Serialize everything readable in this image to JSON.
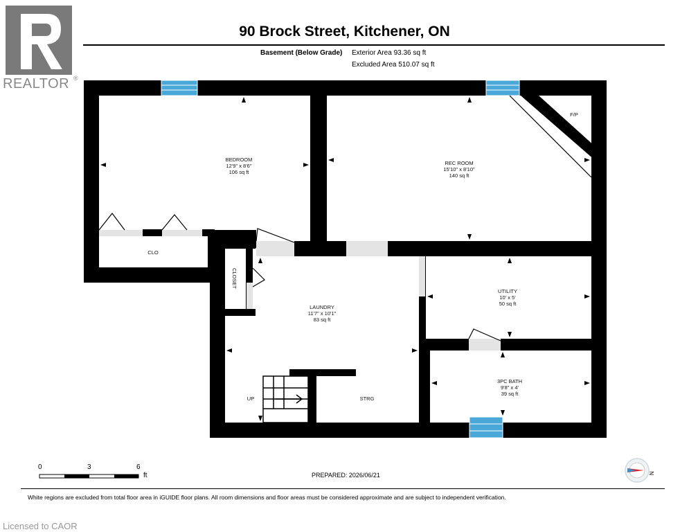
{
  "header": {
    "title": "90 Brock Street, Kitchener, ON",
    "level": "Basement (Below Grade)",
    "exterior_area": "Exterior Area 93.36 sq ft",
    "excluded_area": "Excluded Area 510.07 sq ft"
  },
  "logo": {
    "text": "REALTOR",
    "mark": "®",
    "icon": "realtor-r-logo"
  },
  "rooms": {
    "bedroom": {
      "name": "BEDROOM",
      "dims": "12'9\" x 8'6\"",
      "area": "106 sq ft"
    },
    "rec_room": {
      "name": "REC ROOM",
      "dims": "15'10\" x 8'10\"",
      "area": "140 sq ft"
    },
    "fp": "F/P",
    "clo": "CLO",
    "closet": "CLOSET",
    "laundry": {
      "name": "LAUNDRY",
      "dims": "11'7\" x 10'1\"",
      "area": "83 sq ft"
    },
    "utility": {
      "name": "UTILITY",
      "dims": "10' x 5'",
      "area": "50 sq ft"
    },
    "bath": {
      "name": "3PC BATH",
      "dims": "9'8\" x 4'",
      "area": "39 sq ft"
    },
    "up": "UP",
    "strg": "STRG"
  },
  "scale": {
    "labels": [
      "0",
      "3",
      "6"
    ],
    "unit": "ft"
  },
  "compass": {
    "label": "N"
  },
  "prepared": "PREPARED: 2026/06/21",
  "disclaimer": "White regions are excluded from total floor area in iGUIDE floor plans. All room dimensions and floor areas must be considered approximate and are subject to independent verification.",
  "watermark": "Licensed to CAOR",
  "colors": {
    "wall": "#000000",
    "window": "#4aa8d8",
    "door_opening": "#e4e4e4",
    "logo": "#7a7a7a",
    "compass_accent": "#d9232d"
  }
}
